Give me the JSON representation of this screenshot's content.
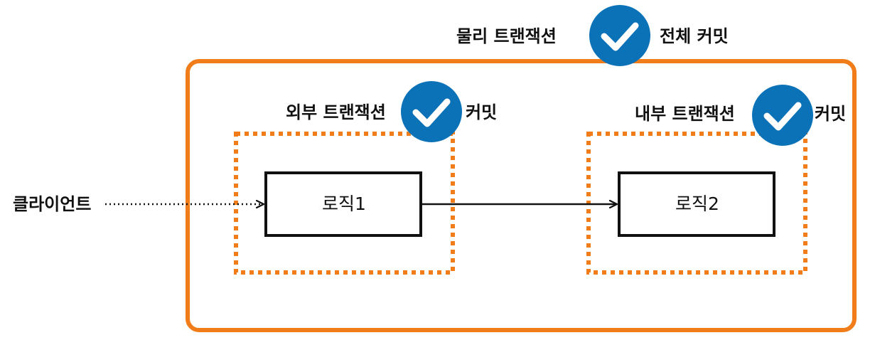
{
  "physical_transaction": {
    "label": "물리 트랜잭션",
    "result_label": "전체 커밋",
    "status_icon": "check-circle-icon"
  },
  "outer_transaction": {
    "label": "외부 트랜잭션",
    "result_label": "커밋",
    "status_icon": "check-circle-icon"
  },
  "inner_transaction": {
    "label": "내부 트랜잭션",
    "result_label": "커밋",
    "status_icon": "check-circle-icon"
  },
  "client": {
    "label": "클라이언트"
  },
  "logic1": {
    "label": "로직1"
  },
  "logic2": {
    "label": "로직2"
  },
  "colors": {
    "physical_border": "#f07d1a",
    "logical_border": "#f07d1a",
    "check_badge": "#0b72b8",
    "text": "#111111"
  }
}
